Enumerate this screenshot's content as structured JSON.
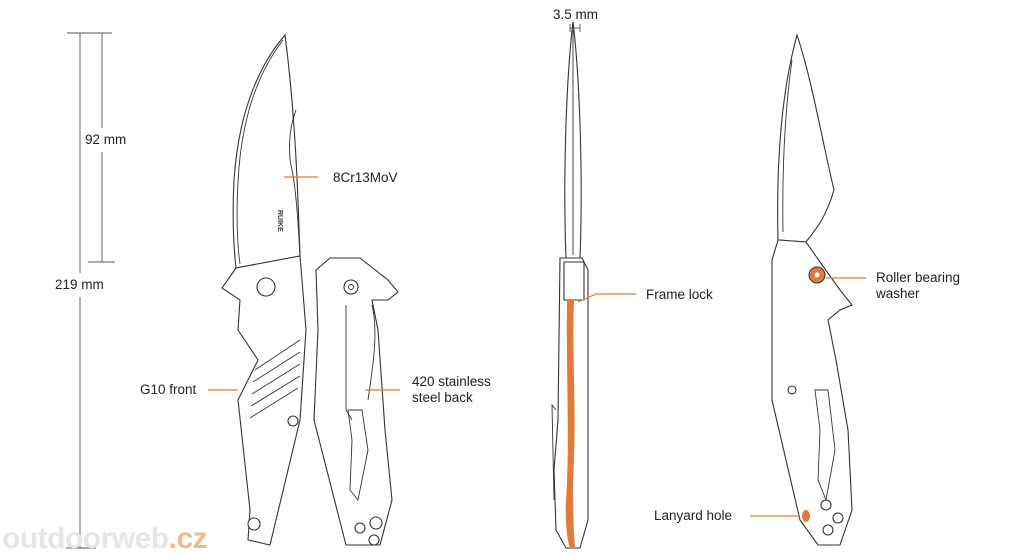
{
  "dimensions": {
    "blade_length": "92 mm",
    "overall_length": "219 mm",
    "blade_thickness": "3.5 mm"
  },
  "labels": {
    "blade_steel": "8Cr13MoV",
    "front_scale": "G10 front",
    "back_scale_line1": "420 stainless",
    "back_scale_line2": "steel back",
    "frame_lock": "Frame lock",
    "roller_line1": "Roller bearing",
    "roller_line2": "washer",
    "lanyard": "Lanyard hole"
  },
  "logo": "RUIKE",
  "watermark": {
    "main": "outdoorweb",
    "suffix": ".cz"
  },
  "colors": {
    "accent": "#e07b39",
    "line": "#333333"
  }
}
